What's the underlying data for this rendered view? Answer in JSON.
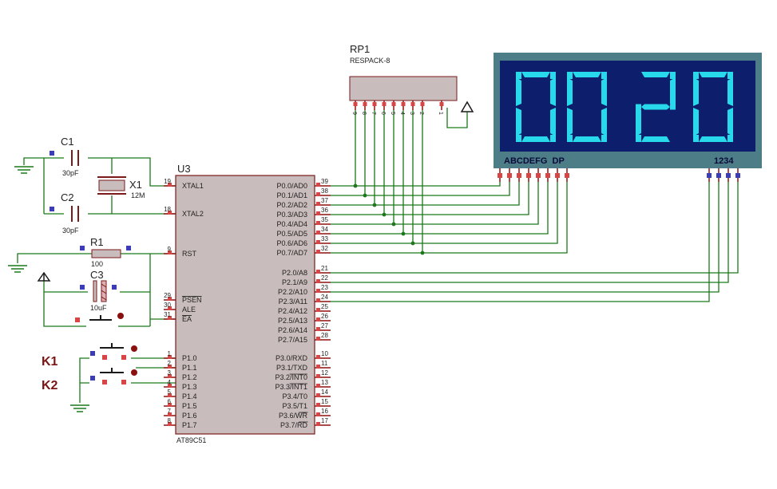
{
  "mcu": {
    "ref": "U3",
    "part": "AT89C51",
    "pins_left": [
      {
        "num": "19",
        "name": "XTAL1"
      },
      {
        "num": "18",
        "name": "XTAL2"
      },
      {
        "num": "9",
        "name": "RST"
      },
      {
        "num": "29",
        "name": "PSEN"
      },
      {
        "num": "30",
        "name": "ALE"
      },
      {
        "num": "31",
        "name": "EA"
      },
      {
        "num": "1",
        "name": "P1.0"
      },
      {
        "num": "2",
        "name": "P1.1"
      },
      {
        "num": "3",
        "name": "P1.2"
      },
      {
        "num": "4",
        "name": "P1.3"
      },
      {
        "num": "5",
        "name": "P1.4"
      },
      {
        "num": "6",
        "name": "P1.5"
      },
      {
        "num": "7",
        "name": "P1.6"
      },
      {
        "num": "8",
        "name": "P1.7"
      }
    ],
    "pins_right": [
      {
        "num": "39",
        "name": "P0.0/AD0"
      },
      {
        "num": "38",
        "name": "P0.1/AD1"
      },
      {
        "num": "37",
        "name": "P0.2/AD2"
      },
      {
        "num": "36",
        "name": "P0.3/AD3"
      },
      {
        "num": "35",
        "name": "P0.4/AD4"
      },
      {
        "num": "34",
        "name": "P0.5/AD5"
      },
      {
        "num": "33",
        "name": "P0.6/AD6"
      },
      {
        "num": "32",
        "name": "P0.7/AD7"
      },
      {
        "num": "21",
        "name": "P2.0/A8"
      },
      {
        "num": "22",
        "name": "P2.1/A9"
      },
      {
        "num": "23",
        "name": "P2.2/A10"
      },
      {
        "num": "24",
        "name": "P2.3/A11"
      },
      {
        "num": "25",
        "name": "P2.4/A12"
      },
      {
        "num": "26",
        "name": "P2.5/A13"
      },
      {
        "num": "27",
        "name": "P2.6/A14"
      },
      {
        "num": "28",
        "name": "P2.7/A15"
      },
      {
        "num": "10",
        "name": "P3.0/RXD"
      },
      {
        "num": "11",
        "name": "P3.1/TXD"
      },
      {
        "num": "12",
        "name": "P3.2/INT0"
      },
      {
        "num": "13",
        "name": "P3.3/INT1"
      },
      {
        "num": "14",
        "name": "P3.4/T0"
      },
      {
        "num": "15",
        "name": "P3.5/T1"
      },
      {
        "num": "16",
        "name": "P3.6/WR"
      },
      {
        "num": "17",
        "name": "P3.7/RD"
      }
    ]
  },
  "resistor_pack": {
    "ref": "RP1",
    "part": "RESPACK-8",
    "pins": [
      "9",
      "8",
      "7",
      "6",
      "5",
      "4",
      "3",
      "2",
      "1"
    ]
  },
  "components": {
    "c1": {
      "ref": "C1",
      "value": "30pF"
    },
    "c2": {
      "ref": "C2",
      "value": "30pF"
    },
    "x1": {
      "ref": "X1",
      "value": "12M"
    },
    "r1": {
      "ref": "R1",
      "value": "100"
    },
    "c3": {
      "ref": "C3",
      "value": "10uF"
    }
  },
  "keys": {
    "k1": "K1",
    "k2": "K2"
  },
  "display": {
    "digits": "0020",
    "segment_label": "ABCDEFG  DP",
    "digit_label": "1234",
    "bezel_color": "#4d7e88",
    "face_color": "#0d1e6c",
    "segment_color": "#27d9ea"
  },
  "colors": {
    "wire": "#1a7a1a",
    "body_fill": "#c9bcbc",
    "body_stroke": "#7a1a1a",
    "pin": "#8b1010",
    "pin_red": "#d94545",
    "pin_blue": "#3c3cb8",
    "label_dark": "#222222",
    "key_label": "#7a1414"
  }
}
